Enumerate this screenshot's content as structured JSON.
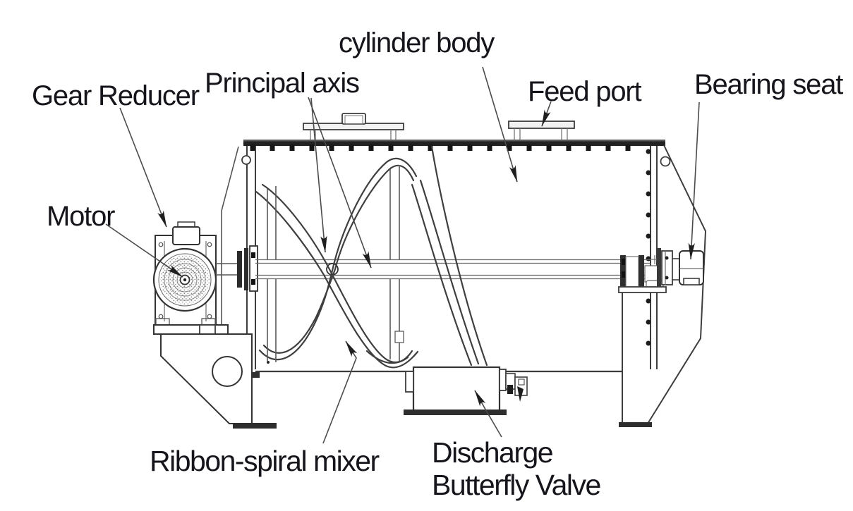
{
  "figure": {
    "type": "technical-line-drawing",
    "background": "#ffffff",
    "line_color": "#3d3d3d",
    "text_color": "#15151b",
    "labels": {
      "gear_reducer": "Gear Reducer",
      "motor": "Motor",
      "principal_axis": "Principal axis",
      "cylinder_body": "cylinder body",
      "feed_port": "Feed port",
      "bearing_seat": "Bearing seat",
      "ribbon_spiral_mixer": "Ribbon-spiral mixer",
      "discharge_valve_line1": "Discharge",
      "discharge_valve_line2": "Butterfly Valve"
    }
  }
}
